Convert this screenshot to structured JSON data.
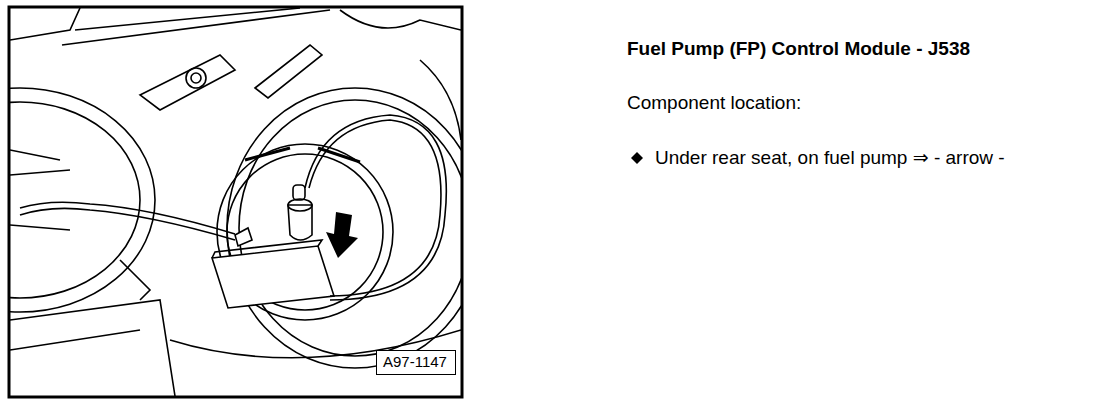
{
  "diagram": {
    "title": "Fuel Pump (FP) Control Module - J538",
    "nodes": [
      {
        "text": [
          "A97-1147"
        ]
      }
    ],
    "labels": [
      "Component location:",
      "Under rear seat, on fuel pump ⇒ - arrow -"
    ]
  }
}
